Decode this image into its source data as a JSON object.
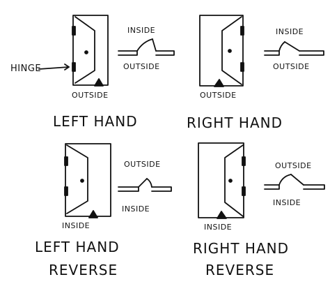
{
  "colors": {
    "ink": "#111111",
    "paper": "#ffffff"
  },
  "panels": [
    {
      "caption": "LEFT HAND",
      "inside_label": "INSIDE",
      "outside_label": "OUTSIDE"
    },
    {
      "caption": "RIGHT HAND",
      "inside_label": "INSIDE",
      "outside_label": "OUTSIDE"
    },
    {
      "caption_line1": "LEFT HAND",
      "caption_line2": "REVERSE",
      "inside_label": "INSIDE",
      "outside_label": "OUTSIDE"
    },
    {
      "caption_line1": "RIGHT HAND",
      "caption_line2": "REVERSE",
      "inside_label": "INSIDE",
      "outside_label": "OUTSIDE"
    }
  ],
  "hinge_label": "HINGE"
}
